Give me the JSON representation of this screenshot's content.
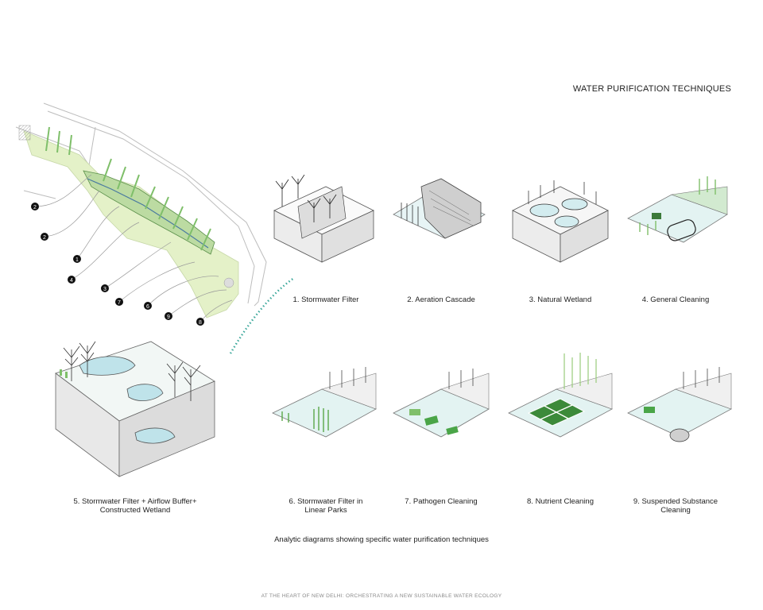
{
  "title": "WATER PURIFICATION TECHNIQUES",
  "map": {
    "markers": [
      "2",
      "2",
      "1",
      "4",
      "3",
      "7",
      "6",
      "9",
      "8"
    ]
  },
  "techniques": [
    {
      "label": "1. Stormwater Filter"
    },
    {
      "label": "2. Aeration Cascade"
    },
    {
      "label": "3. Natural Wetland"
    },
    {
      "label": "4. General Cleaning"
    },
    {
      "label": "5. Stormwater Filter + Airflow Buffer+\nConstructed Wetland"
    },
    {
      "label": "6. Stormwater Filter in\nLinear Parks"
    },
    {
      "label": "7. Pathogen Cleaning"
    },
    {
      "label": "8. Nutrient Cleaning"
    },
    {
      "label": "9. Suspended Substance\nCleaning"
    }
  ],
  "caption": "Analytic diagrams showing specific water purification techniques",
  "footer": "AT THE HEART OF NEW DELHI: ORCHESTRATING A NEW SUSTAINABLE WATER ECOLOGY",
  "colors": {
    "water": "#d6eef0",
    "green": "#7fbf6a",
    "dark_green": "#3c7a3a",
    "line": "#555555"
  }
}
